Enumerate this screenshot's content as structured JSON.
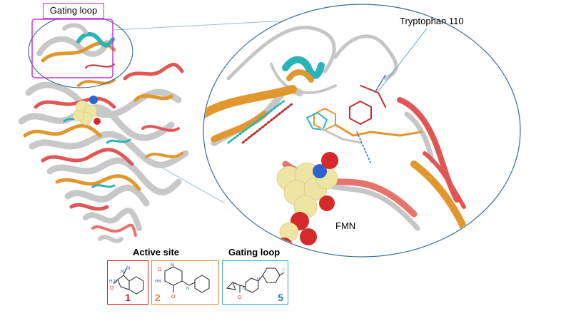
{
  "labels": {
    "gating_loop_box": "Gating loop",
    "tryptophan": "Tryptophan 110",
    "fmn": "FMN",
    "active_site_heading": "Active site",
    "gating_loop_heading": "Gating loop"
  },
  "compounds": [
    {
      "number": "1",
      "group": "Active site"
    },
    {
      "number": "2",
      "group": "Active site"
    },
    {
      "number": "5",
      "group": "Gating loop"
    }
  ],
  "colors": {
    "compound_1": "#d11a1a",
    "compound_2": "#e58a3a",
    "compound_5": "#33a9d6",
    "gating_box": "#c837d6",
    "zoom_circle": "#3e6d8c",
    "fmn_carbon": "#eee5a3",
    "fmn_oxygen": "#d42a2a",
    "fmn_nitrogen": "#2e62cc"
  }
}
